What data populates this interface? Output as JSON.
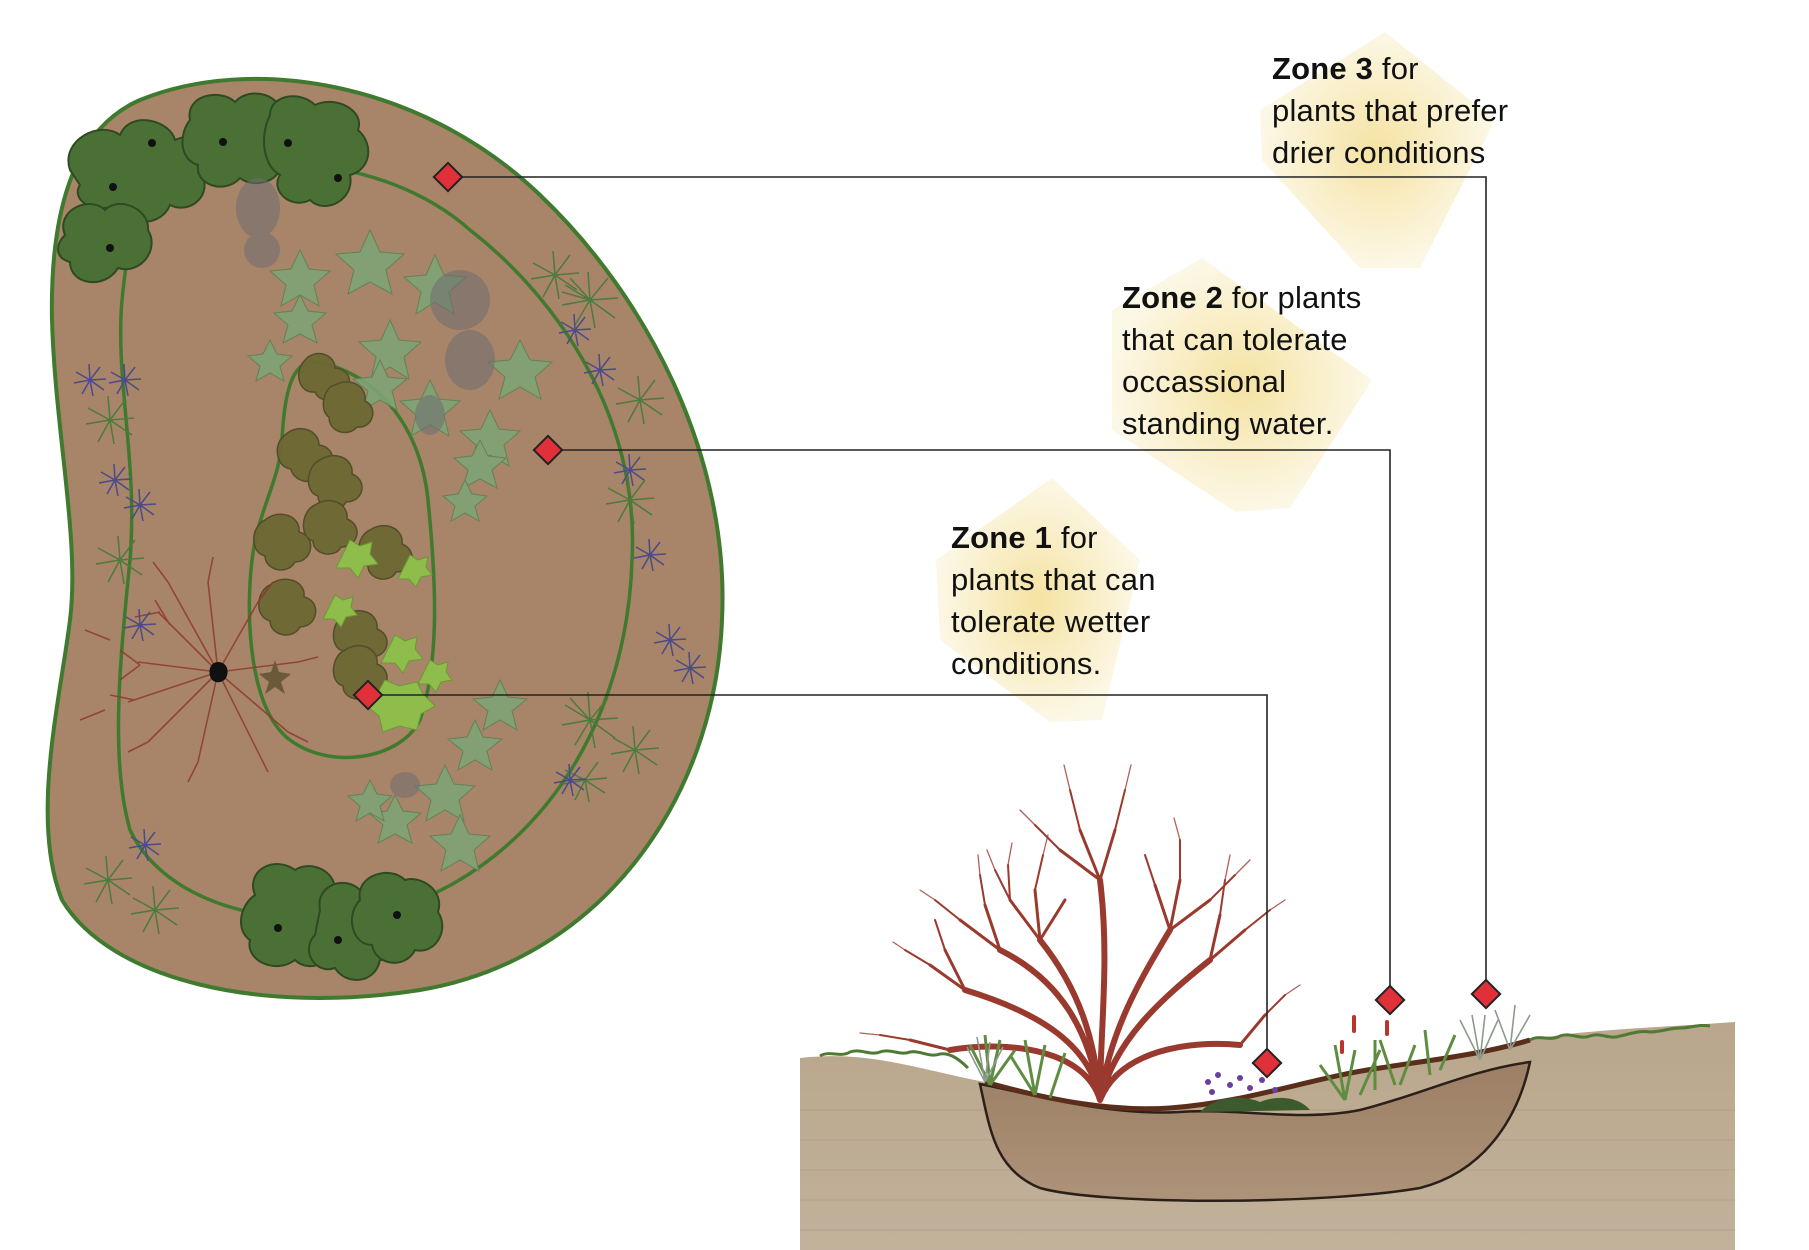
{
  "zones": [
    {
      "id": "zone3",
      "title": "Zone 3",
      "desc_first": " for",
      "lines": [
        "plants that prefer",
        "drier conditions"
      ]
    },
    {
      "id": "zone2",
      "title": "Zone 2",
      "desc_first": " for plants",
      "lines": [
        "that can tolerate",
        "occassional",
        "standing water."
      ]
    },
    {
      "id": "zone1",
      "title": "Zone 1",
      "desc_first": " for",
      "lines": [
        "plants that can",
        "tolerate wetter",
        "conditions."
      ]
    }
  ],
  "colors": {
    "soil_plan": "#a88468",
    "zone_outline": "#3f7a2e",
    "marker": "#e0313a",
    "highlight": "#f2dc8c",
    "leader_line": "#222222",
    "ground": "#b4a188",
    "basin": "#a58b72",
    "shrub_stems": "#9a3a2e"
  },
  "icons": [
    "zone-marker-icon",
    "shrub-icon",
    "conifer-icon",
    "star-leaf-icon",
    "grass-icon",
    "aster-icon",
    "lily-pad-icon",
    "drain-point-icon"
  ]
}
